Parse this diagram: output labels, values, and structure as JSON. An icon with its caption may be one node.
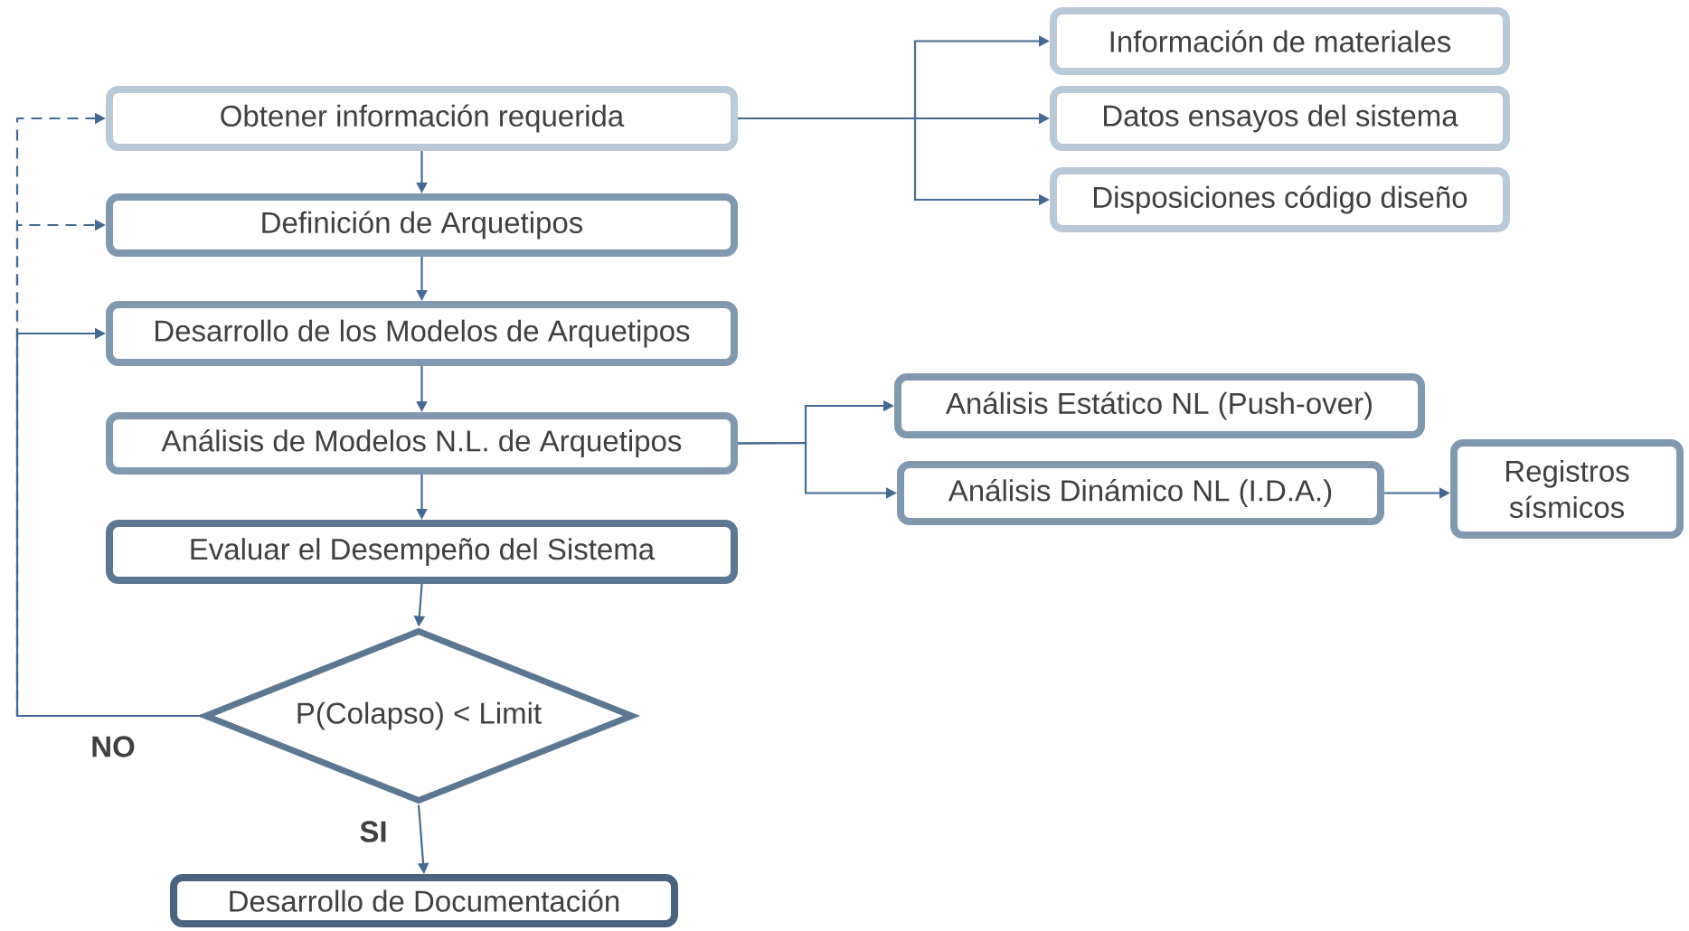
{
  "diagram": {
    "nodes": [
      {
        "text": [
          "Obtener información requerida"
        ]
      },
      {
        "text": [
          "Definición de Arquetipos"
        ]
      },
      {
        "text": [
          "Desarrollo de los Modelos de Arquetipos"
        ]
      },
      {
        "text": [
          "Análisis de Modelos N.L. de Arquetipos"
        ]
      },
      {
        "text": [
          "Evaluar el Desempeño del Sistema"
        ]
      },
      {
        "text": [
          "P(Colapso) < Limit"
        ]
      },
      {
        "text": [
          "Desarrollo de Documentación"
        ]
      },
      {
        "text": [
          "Información de materiales"
        ]
      },
      {
        "text": [
          "Datos ensayos del sistema"
        ]
      },
      {
        "text": [
          "Disposiciones código diseño"
        ]
      },
      {
        "text": [
          "Análisis Estático NL (Push-over)"
        ]
      },
      {
        "text": [
          "Análisis Dinámico NL (I.D.A.)"
        ]
      },
      {
        "text": [
          "Registros sísmicos"
        ]
      }
    ],
    "edges": [
      {
        "from": 0,
        "to": 1,
        "arrow": "to"
      },
      {
        "from": 1,
        "to": 2,
        "arrow": "to"
      },
      {
        "from": 2,
        "to": 3,
        "arrow": "to"
      },
      {
        "from": 3,
        "to": 4,
        "arrow": "to"
      },
      {
        "from": 4,
        "to": 5,
        "arrow": "to"
      },
      {
        "from": 5,
        "to": 6,
        "label": "SI",
        "arrow": "to"
      },
      {
        "from": 5,
        "to": 2,
        "label": "NO",
        "arrow": "to"
      },
      {
        "from": 5,
        "to": 1,
        "arrow": "to",
        "style": "dashed"
      },
      {
        "from": 5,
        "to": 0,
        "arrow": "to",
        "style": "dashed"
      },
      {
        "from": 0,
        "to": 7,
        "arrow": "to"
      },
      {
        "from": 0,
        "to": 8,
        "arrow": "to"
      },
      {
        "from": 0,
        "to": 9,
        "arrow": "to"
      },
      {
        "from": 3,
        "to": 10,
        "arrow": "to"
      },
      {
        "from": 3,
        "to": 11,
        "arrow": "to"
      },
      {
        "from": 11,
        "to": 12,
        "arrow": "to"
      }
    ]
  }
}
